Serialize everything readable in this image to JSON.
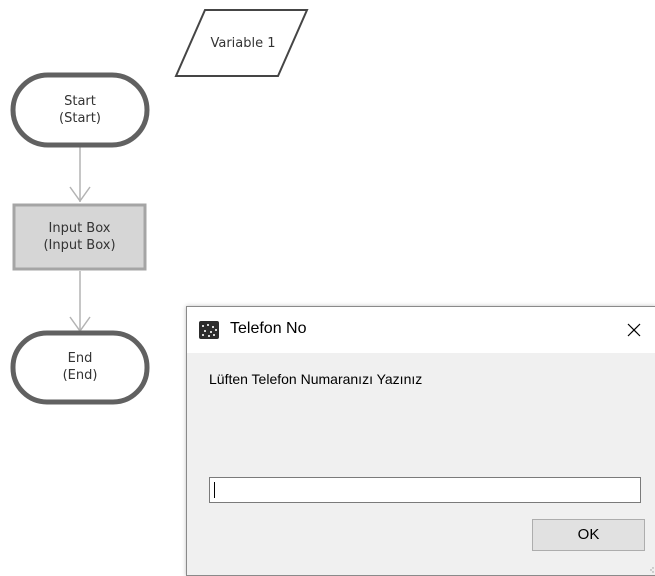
{
  "flowchart": {
    "variable_label": "Variable 1",
    "start": {
      "title": "Start",
      "subtitle": "(Start)"
    },
    "input_box": {
      "title": "Input Box",
      "subtitle": "(Input Box)"
    },
    "end": {
      "title": "End",
      "subtitle": "(End)"
    }
  },
  "dialog": {
    "title": "Telefon No",
    "close_icon": "close-icon",
    "prompt": "Lüften Telefon Numaranızı Yazınız",
    "input_value": "",
    "ok_label": "OK"
  },
  "colors": {
    "terminal_border": "#616161",
    "process_fill": "#d6d6d6",
    "process_border": "#a5a5a5",
    "connector": "#b3b3b3",
    "dialog_bg": "#f0f0f0",
    "titlebar_bg": "#ffffff"
  }
}
